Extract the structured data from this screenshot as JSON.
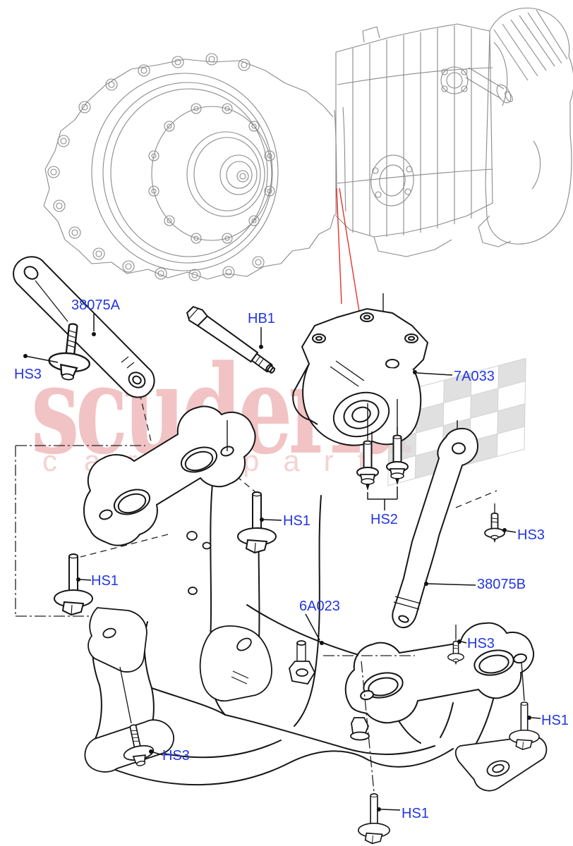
{
  "page": {
    "background": "#ffffff",
    "type": "exploded parts diagram"
  },
  "colors": {
    "label_text": "#2336E0",
    "leader_red": "#E5332E",
    "line_dark": "#161616",
    "line_gray": "#8A8A8A",
    "watermark_pink": "#F2C3C4",
    "watermark_pink_light": "#F5D2D3",
    "flag_gray": "#DBDBDB"
  },
  "watermark": {
    "brand": "scuderia",
    "tagline_word1": "car",
    "tagline_word2": "parts"
  },
  "labels": [
    {
      "id": "38075A",
      "text": "38075A"
    },
    {
      "id": "HS3-top-left",
      "text": "HS3"
    },
    {
      "id": "HB1",
      "text": "HB1"
    },
    {
      "id": "7A033",
      "text": "7A033"
    },
    {
      "id": "HS1-middle",
      "text": "HS1"
    },
    {
      "id": "HS2",
      "text": "HS2"
    },
    {
      "id": "HS3-right",
      "text": "HS3"
    },
    {
      "id": "38075B",
      "text": "38075B"
    },
    {
      "id": "HS3-small-right",
      "text": "HS3"
    },
    {
      "id": "6A023",
      "text": "6A023"
    },
    {
      "id": "HS1-left",
      "text": "HS1"
    },
    {
      "id": "HS3-bottom-left",
      "text": "HS3"
    },
    {
      "id": "HS1-bottom-center",
      "text": "HS1"
    },
    {
      "id": "HS1-bottom-right",
      "text": "HS1"
    }
  ]
}
